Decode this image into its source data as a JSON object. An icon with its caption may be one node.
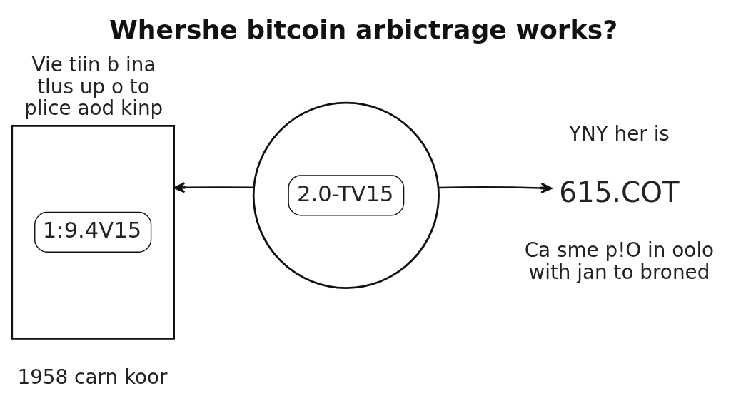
{
  "diagram": {
    "title": "Whershe bitcoin arbictrage works?",
    "nodes": [
      {
        "text": [
          "Vie tiin b ina tlus up o to plice aod kinp"
        ],
        "beside": [
          "1958 carn koor"
        ]
      },
      {
        "text": [
          "1:9.4V15"
        ],
        "in": 0
      },
      {
        "text": [],
        "shape": "circle"
      },
      {
        "text": [
          "2.0-TV15"
        ],
        "in": 2
      },
      {
        "text": [
          "615.COT"
        ],
        "beside": [
          "YNY her is",
          "Ca sme p!O in oolo with jan to broned"
        ]
      }
    ],
    "edges": [
      {
        "from": 2,
        "to": 0,
        "arrow": "to"
      },
      {
        "from": 2,
        "to": 4,
        "arrow": "to"
      }
    ]
  }
}
